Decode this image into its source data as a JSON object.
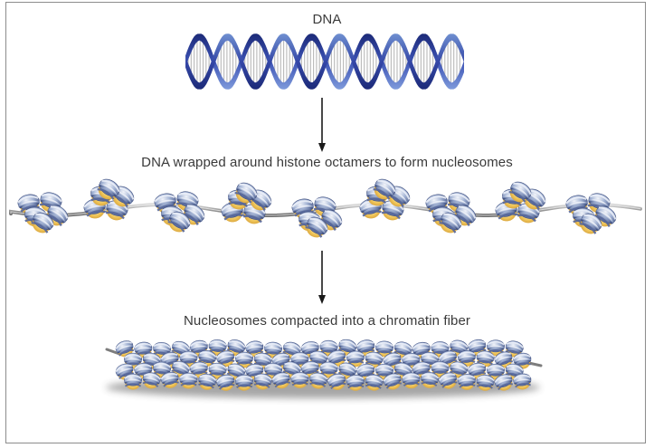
{
  "diagram": {
    "stages": [
      {
        "id": "dna",
        "label": "DNA"
      },
      {
        "id": "nucleosomes",
        "label": "DNA wrapped around histone octamers to form nucleosomes"
      },
      {
        "id": "fiber",
        "label": "Nucleosomes compacted into a chromatin fiber"
      }
    ],
    "colors": {
      "backbone_dark": "#1c2a78",
      "backbone_light": "#6f8fd0",
      "base_pairs": "#b8b8b8",
      "histone_core": "#e8b84a",
      "histone_blue": "#6f86b4",
      "arrow": "#1a1a1a",
      "border": "#8c8c8c",
      "text": "#3a3a3a"
    }
  }
}
